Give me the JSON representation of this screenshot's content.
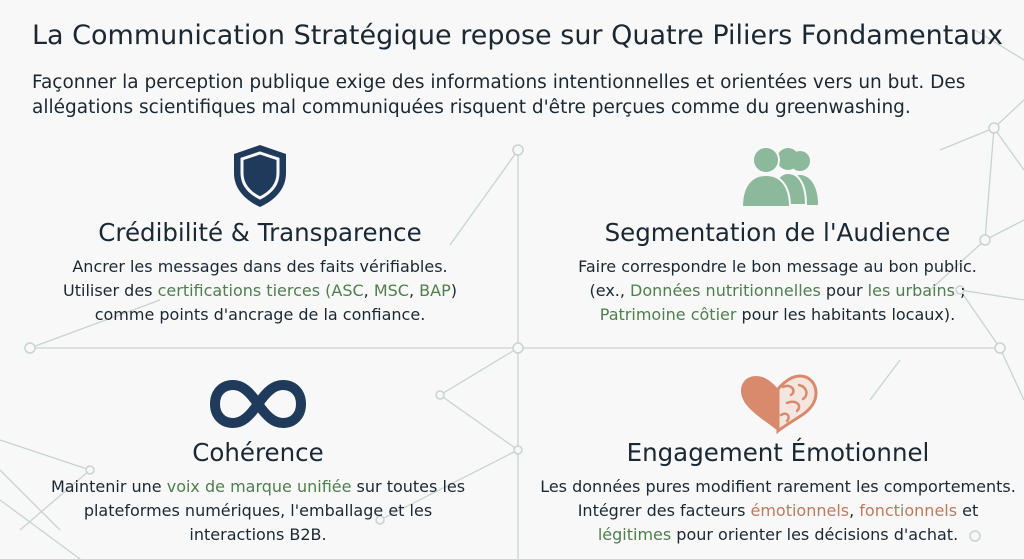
{
  "header": {
    "title": "La Communication Stratégique repose sur Quatre Piliers Fondamentaux",
    "subtitle": "Façonner la perception publique exige des informations intentionnelles et orientées vers un but. Des allégations scientifiques mal communiquées risquent d'être perçues comme du greenwashing."
  },
  "colors": {
    "navy": "#1f3a5a",
    "green": "#8cb89c",
    "highlight_green": "#4e7f4e",
    "highlight_orange": "#c07a5c",
    "heart": "#d98a6c"
  },
  "pillars": [
    {
      "icon": "shield-icon",
      "title": "Crédibilité & Transparence",
      "lines": [
        {
          "t1": "Ancrer les messages dans des faits vérifiables."
        },
        {
          "t1": "Utiliser des ",
          "h1": "certifications tierces (ASC",
          "t2": ", ",
          "h2": "MSC",
          "t3": ", ",
          "h3": "BAP",
          "t4": ")"
        },
        {
          "t1": "comme points d'ancrage de la confiance."
        }
      ]
    },
    {
      "icon": "audience-group-icon",
      "title": "Segmentation de l'Audience",
      "lines": [
        {
          "t1": "Faire correspondre le bon message au bon public."
        },
        {
          "t1": "(ex., ",
          "h1": "Données nutritionnelles",
          "t2": " pour ",
          "h2": "les urbains",
          "t3": " ;"
        },
        {
          "h1": "Patrimoine côtier",
          "t1": " pour les habitants locaux)."
        }
      ]
    },
    {
      "icon": "infinity-icon",
      "title": "Cohérence",
      "lines": [
        {
          "t1": "Maintenir une ",
          "h1": "voix de marque unifiée",
          "t2": " sur toutes les"
        },
        {
          "t1": "plateformes numériques, l'emballage et les"
        },
        {
          "t1": "interactions B2B."
        }
      ]
    },
    {
      "icon": "heart-brain-icon",
      "title": "Engagement Émotionnel",
      "lines": [
        {
          "t1": "Les données pures modifient rarement les comportements."
        },
        {
          "t1": "Intégrer des facteurs ",
          "o1": "émotionnels",
          "t2": ", ",
          "o2": "fonctionnels",
          "t3": " et"
        },
        {
          "h1": "légitimes",
          "t1": " pour orienter les décisions d'achat."
        }
      ]
    }
  ]
}
